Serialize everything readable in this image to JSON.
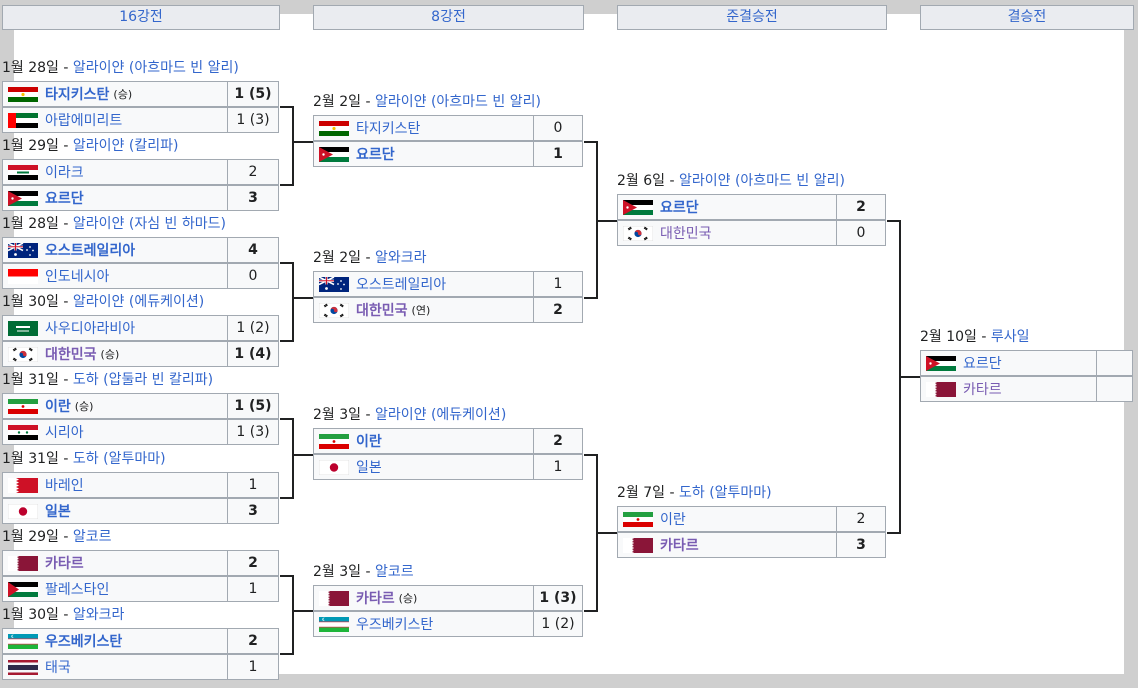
{
  "rounds": [
    "16강전",
    "8강전",
    "준결승전",
    "결승전"
  ],
  "matches": {
    "r16_1": {
      "date": "1월 28일",
      "sep": " - ",
      "venue": "알라이얀 (아흐마드 빈 알리)",
      "teams": [
        {
          "name": "타지키스탄",
          "note": "(승)",
          "score": "1 (5)",
          "flag": "tajikistan-flag"
        },
        {
          "name": "아랍에미리트",
          "note": "",
          "score": "1 (3)",
          "flag": "uae-flag"
        }
      ]
    },
    "r16_2": {
      "date": "1월 29일",
      "sep": " - ",
      "venue": "알라이얀 (칼리파)",
      "teams": [
        {
          "name": "이라크",
          "note": "",
          "score": "2",
          "flag": "iraq-flag"
        },
        {
          "name": "요르단",
          "note": "",
          "score": "3",
          "flag": "jordan-flag"
        }
      ]
    },
    "r16_3": {
      "date": "1월 28일",
      "sep": " - ",
      "venue": "알라이얀 (자심 빈 하마드)",
      "teams": [
        {
          "name": "오스트레일리아",
          "note": "",
          "score": "4",
          "flag": "australia-flag"
        },
        {
          "name": "인도네시아",
          "note": "",
          "score": "0",
          "flag": "indonesia-flag"
        }
      ]
    },
    "r16_4": {
      "date": "1월 30일",
      "sep": " - ",
      "venue": "알라이얀 (에듀케이션)",
      "teams": [
        {
          "name": "사우디아라비아",
          "note": "",
          "score": "1 (2)",
          "flag": "saudi-flag"
        },
        {
          "name": "대한민국",
          "note": "(승)",
          "score": "1 (4)",
          "flag": "korea-flag"
        }
      ]
    },
    "r16_5": {
      "date": "1월 31일",
      "sep": " - ",
      "venue": "도하 (압둘라 빈 칼리파)",
      "teams": [
        {
          "name": "이란",
          "note": "(승)",
          "score": "1 (5)",
          "flag": "iran-flag"
        },
        {
          "name": "시리아",
          "note": "",
          "score": "1 (3)",
          "flag": "syria-flag"
        }
      ]
    },
    "r16_6": {
      "date": "1월 31일",
      "sep": " - ",
      "venue": "도하 (알투마마)",
      "teams": [
        {
          "name": "바레인",
          "note": "",
          "score": "1",
          "flag": "bahrain-flag"
        },
        {
          "name": "일본",
          "note": "",
          "score": "3",
          "flag": "japan-flag"
        }
      ]
    },
    "r16_7": {
      "date": "1월 29일",
      "sep": " - ",
      "venue": "알코르",
      "teams": [
        {
          "name": "카타르",
          "note": "",
          "score": "2",
          "flag": "qatar-flag"
        },
        {
          "name": "팔레스타인",
          "note": "",
          "score": "1",
          "flag": "palestine-flag"
        }
      ]
    },
    "r16_8": {
      "date": "1월 30일",
      "sep": " - ",
      "venue": "알와크라",
      "teams": [
        {
          "name": "우즈베키스탄",
          "note": "",
          "score": "2",
          "flag": "uzbekistan-flag"
        },
        {
          "name": "태국",
          "note": "",
          "score": "1",
          "flag": "thailand-flag"
        }
      ]
    },
    "qf_1": {
      "date": "2월 2일",
      "sep": " - ",
      "venue": "알라이얀 (아흐마드 빈 알리)",
      "teams": [
        {
          "name": "타지키스탄",
          "note": "",
          "score": "0",
          "flag": "tajikistan-flag"
        },
        {
          "name": "요르단",
          "note": "",
          "score": "1",
          "flag": "jordan-flag"
        }
      ]
    },
    "qf_2": {
      "date": "2월 2일",
      "sep": " - ",
      "venue": "알와크라",
      "teams": [
        {
          "name": "오스트레일리아",
          "note": "",
          "score": "1",
          "flag": "australia-flag"
        },
        {
          "name": "대한민국",
          "note": "(연)",
          "score": "2",
          "flag": "korea-flag"
        }
      ]
    },
    "qf_3": {
      "date": "2월 3일",
      "sep": " - ",
      "venue": "알라이얀 (에듀케이션)",
      "teams": [
        {
          "name": "이란",
          "note": "",
          "score": "2",
          "flag": "iran-flag"
        },
        {
          "name": "일본",
          "note": "",
          "score": "1",
          "flag": "japan-flag"
        }
      ]
    },
    "qf_4": {
      "date": "2월 3일",
      "sep": " - ",
      "venue": "알코르",
      "teams": [
        {
          "name": "카타르",
          "note": "(승)",
          "score": "1 (3)",
          "flag": "qatar-flag"
        },
        {
          "name": "우즈베키스탄",
          "note": "",
          "score": "1 (2)",
          "flag": "uzbekistan-flag"
        }
      ]
    },
    "sf_1": {
      "date": "2월 6일",
      "sep": " - ",
      "venue": "알라이얀 (아흐마드 빈 알리)",
      "teams": [
        {
          "name": "요르단",
          "note": "",
          "score": "2",
          "flag": "jordan-flag"
        },
        {
          "name": "대한민국",
          "note": "",
          "score": "0",
          "flag": "korea-flag"
        }
      ]
    },
    "sf_2": {
      "date": "2월 7일",
      "sep": " - ",
      "venue": "도하 (알투마마)",
      "teams": [
        {
          "name": "이란",
          "note": "",
          "score": "2",
          "flag": "iran-flag"
        },
        {
          "name": "카타르",
          "note": "",
          "score": "3",
          "flag": "qatar-flag"
        }
      ]
    },
    "final": {
      "date": "2월 10일",
      "sep": " - ",
      "venue": "루사일",
      "teams": [
        {
          "name": "요르단",
          "note": "",
          "score": "",
          "flag": "jordan-flag"
        },
        {
          "name": "카타르",
          "note": "",
          "score": "",
          "flag": "qatar-flag"
        }
      ]
    }
  }
}
